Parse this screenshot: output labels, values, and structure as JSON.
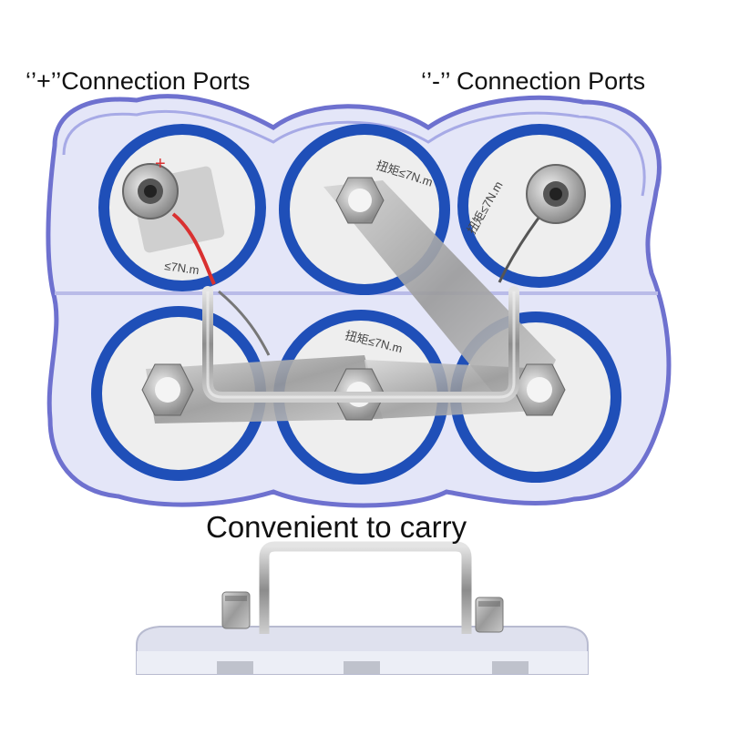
{
  "labels": {
    "positive_ports": "‘’+’’Connection Ports",
    "negative_ports": "‘’-’’ Connection Ports",
    "carry": "Convenient to carry"
  },
  "cell_markings": {
    "torque": "扭矩≤7N.m",
    "torque_short": "≤7N.m",
    "plus_sign": "+",
    "minus_sign": "-"
  },
  "colors": {
    "casing": "#8f93d9",
    "cell_ring": "#1f4fb8",
    "cell_face": "#eeeeee",
    "metal": "#a9a9a9",
    "red_wire": "#d93030"
  }
}
